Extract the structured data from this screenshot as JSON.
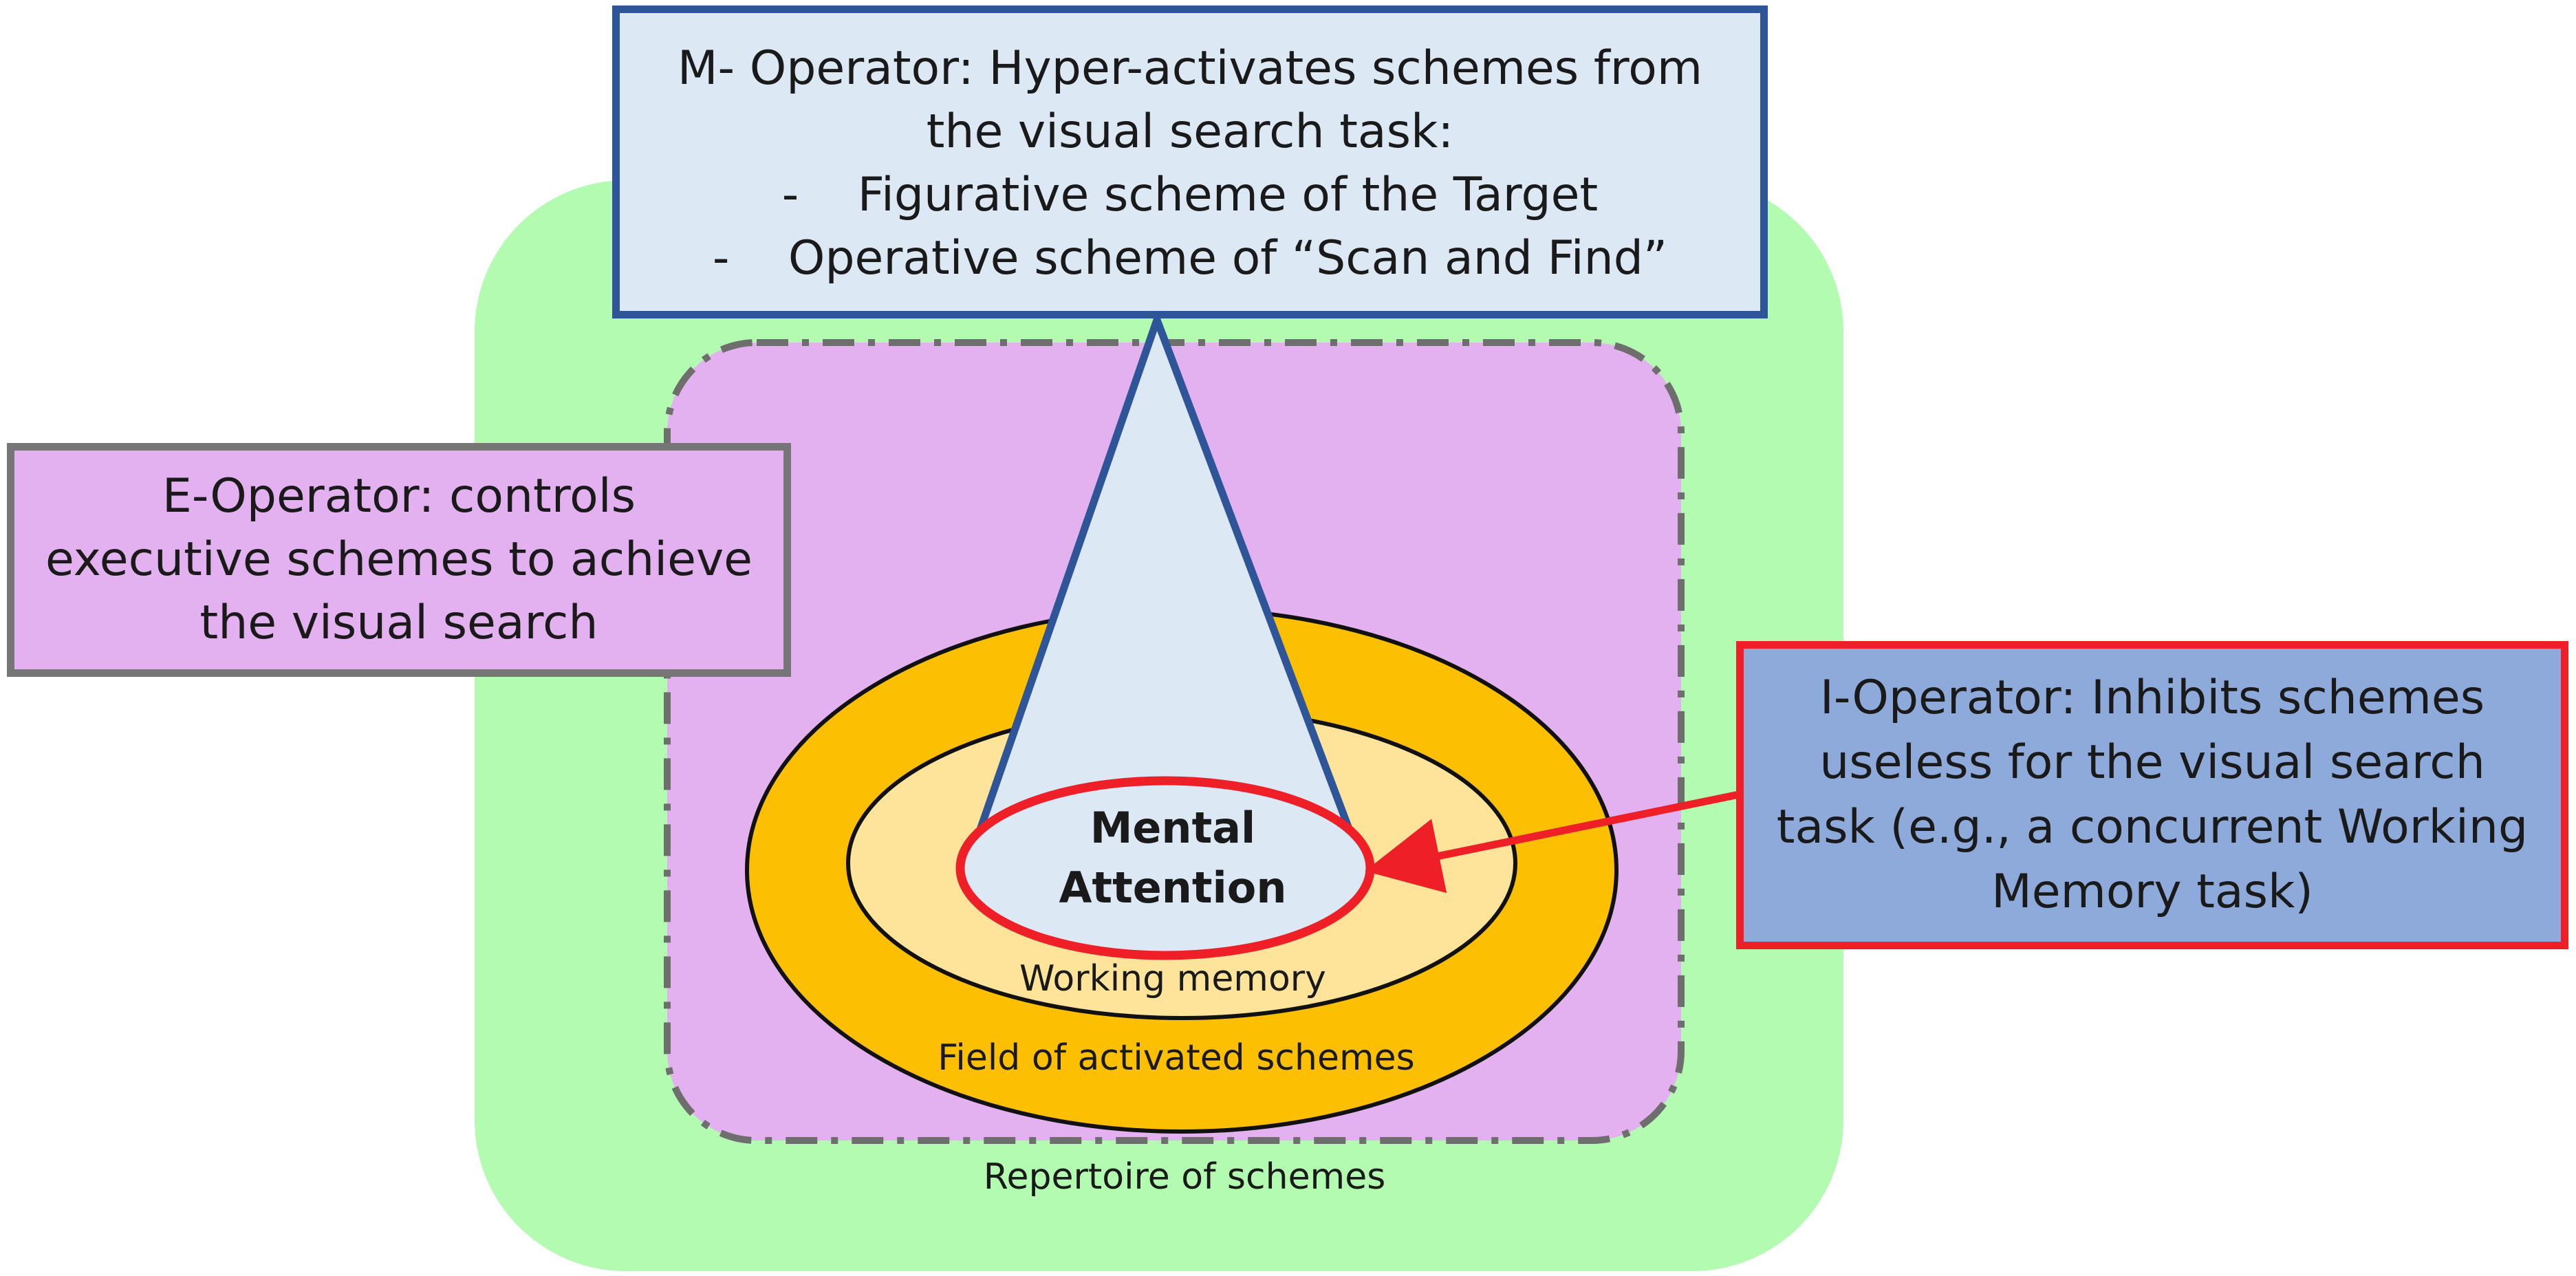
{
  "diagram": {
    "layers": {
      "repertoire_label": "Repertoire of schemes",
      "field_label": "Field of activated schemes",
      "working_memory_label": "Working memory",
      "attention_line1": "Mental",
      "attention_line2": "Attention"
    },
    "m_operator": {
      "line1": "M- Operator: Hyper-activates schemes from",
      "line2": "the visual search task:",
      "bullet_marker": "-",
      "bullets": [
        "Figurative scheme of the Target",
        "Operative scheme of “Scan and Find”"
      ]
    },
    "e_operator": {
      "line1": "E-Operator: controls",
      "line2": "executive schemes to achieve",
      "line3": "the visual search"
    },
    "i_operator": {
      "line1": "I-Operator: Inhibits schemes",
      "line2": "useless for the visual search",
      "line3": "task (e.g., a concurrent Working",
      "line4": "Memory task)"
    },
    "colors": {
      "repertoire": "#b2fbb0",
      "activated_region": "#e3b1ef",
      "field_ring": "#fcbf01",
      "working_memory": "#fee49a",
      "attention_fill": "#dde8f5",
      "m_border": "#2e5597",
      "i_fill": "#8eaadb",
      "inhibit_red": "#ee1f27"
    }
  }
}
